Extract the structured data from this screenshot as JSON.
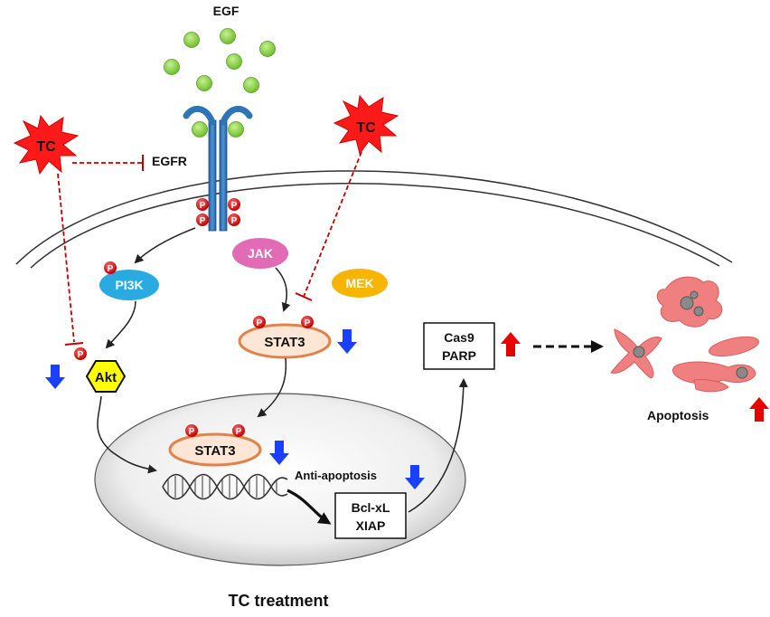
{
  "labels": {
    "egf": "EGF",
    "egfr": "EGFR",
    "tc": "TC",
    "phospho": "P",
    "pi3k": "PI3K",
    "jak": "JAK",
    "mek": "MEK",
    "akt": "Akt",
    "stat3": "STAT3",
    "anti_apoptosis": "Anti-apoptosis",
    "bcl_xl": "Bcl-xL",
    "xiap": "XIAP",
    "cas9": "Cas9",
    "parp": "PARP",
    "apoptosis": "Apoptosis",
    "footer_title": "TC treatment"
  },
  "colors": {
    "egf_ligand": "#8bd449",
    "receptor": "#2e75b6",
    "tc_burst": "#ff1a1a",
    "phospho_dot": "#d81e1e",
    "pi3k": "#29abe2",
    "jak": "#e26bb5",
    "mek": "#f7b500",
    "akt": "#ffff00",
    "stat3_fill": "#fde6d6",
    "stat3_stroke": "#e0834a",
    "inhibition_line": "#c00000",
    "down_arrow": "#1a3fff",
    "up_arrow": "#e60000",
    "cell_fragment": "#f08080"
  }
}
